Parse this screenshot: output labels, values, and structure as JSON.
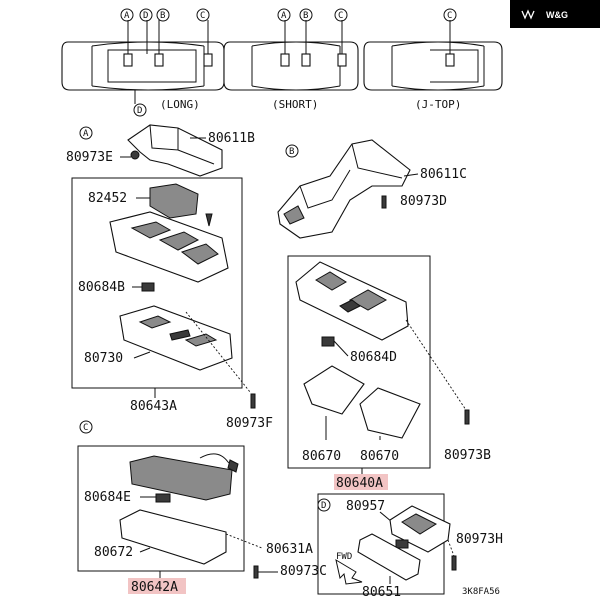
{
  "watermark": {
    "text": "W&G"
  },
  "vehicle_views": {
    "long": "(LONG)",
    "short": "(SHORT)",
    "jtop": "(J-TOP)",
    "markers": {
      "a": "A",
      "b": "B",
      "c": "C",
      "d": "D"
    }
  },
  "detail_a": {
    "marker": "A",
    "labels": [
      "80611B",
      "80973E",
      "82452",
      "80684B",
      "80730",
      "80643A",
      "80973F"
    ]
  },
  "detail_b": {
    "marker": "B",
    "labels": [
      "80611C",
      "80973D",
      "80684D",
      "80670",
      "80670",
      "80640A",
      "80973B"
    ]
  },
  "detail_c": {
    "marker": "C",
    "labels": [
      "80684E",
      "80672",
      "80642A",
      "80631A",
      "80973C"
    ]
  },
  "detail_d": {
    "marker": "D",
    "labels": [
      "80957",
      "80973H",
      "FWD",
      "80651"
    ]
  },
  "diagram_code": "3K8FA56",
  "colors": {
    "highlight": "#f2c4c4",
    "line": "#111111",
    "watermark_bg": "#000000"
  }
}
